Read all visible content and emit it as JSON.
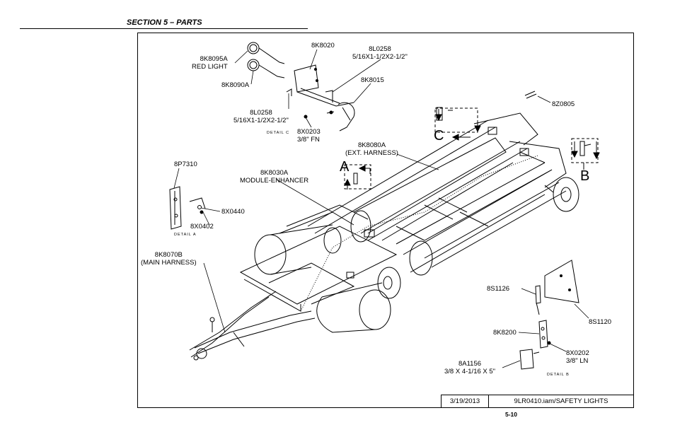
{
  "header": {
    "section": "SECTION 5 – PARTS"
  },
  "labels": {
    "p8k8095a": [
      "8K8095A",
      "RED LIGHT"
    ],
    "p8k8090a": "8K8090A",
    "p8k8020": "8K8020",
    "p8l0258_top": [
      "8L0258",
      "5/16X1-1/2X2-1/2\""
    ],
    "p8k8015": "8K8015",
    "p8l0258_bot": [
      "8L0258",
      "5/16X1-1/2X2-1/2\""
    ],
    "p8x0203": [
      "8X0203",
      "3/8\" FN"
    ],
    "p8z0805": "8Z0805",
    "p8k8080a": [
      "8K8080A",
      "(EXT. HARNESS)"
    ],
    "p8p7310": "8P7310",
    "p8k8030a": [
      "8K8030A",
      "MODULE-ENHANCER"
    ],
    "p8x0440": "8X0440",
    "p8x0402": "8X0402",
    "p8k8070b": [
      "8K8070B",
      "(MAIN HARNESS)"
    ],
    "p8s1126": "8S1126",
    "p8s1120": "8S1120",
    "p8k8200": "8K8200",
    "p8x0202": [
      "8X0202",
      "3/8\" LN"
    ],
    "p8a1156": [
      "8A1156",
      "3/8 X 4-1/16 X 5\""
    ]
  },
  "details": {
    "a": "DETAIL A",
    "b": "DETAIL B",
    "c": "DETAIL C"
  },
  "view_letters": {
    "a": "A",
    "b": "B",
    "c": "C"
  },
  "title_block": {
    "date": "3/19/2013",
    "file": "9LR0410.iam/SAFETY LIGHTS"
  },
  "page": {
    "number": "5-10"
  }
}
